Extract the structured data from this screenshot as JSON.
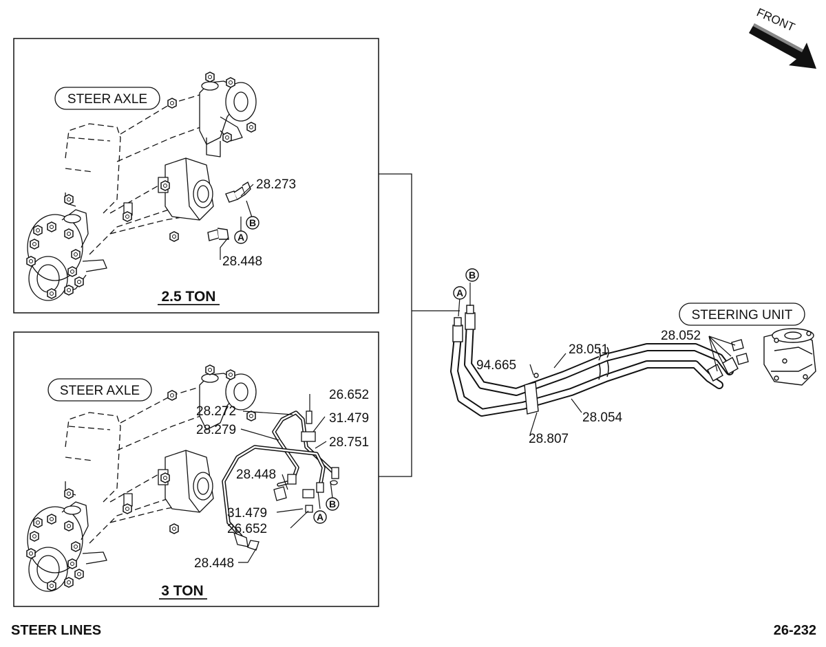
{
  "orientation": {
    "front_label": "FRONT"
  },
  "panel_top": {
    "title": "2.5 TON",
    "axle_label": "STEER AXLE",
    "parts": [
      "28.273",
      "28.448"
    ],
    "callouts": [
      "A",
      "B"
    ]
  },
  "panel_bottom": {
    "title": "3 TON",
    "axle_label": "STEER AXLE",
    "parts": [
      "26.652",
      "28.272",
      "31.479",
      "28.279",
      "28.751",
      "28.448",
      "31.479",
      "26.652",
      "28.448"
    ],
    "callouts": [
      "A",
      "B"
    ]
  },
  "steering": {
    "unit_label": "STEERING UNIT",
    "parts": [
      "28.052",
      "28.051",
      "94.665",
      "28.054",
      "28.807"
    ],
    "callouts": [
      "A",
      "B"
    ]
  },
  "footer": {
    "left": "STEER LINES",
    "right": "26-232"
  }
}
